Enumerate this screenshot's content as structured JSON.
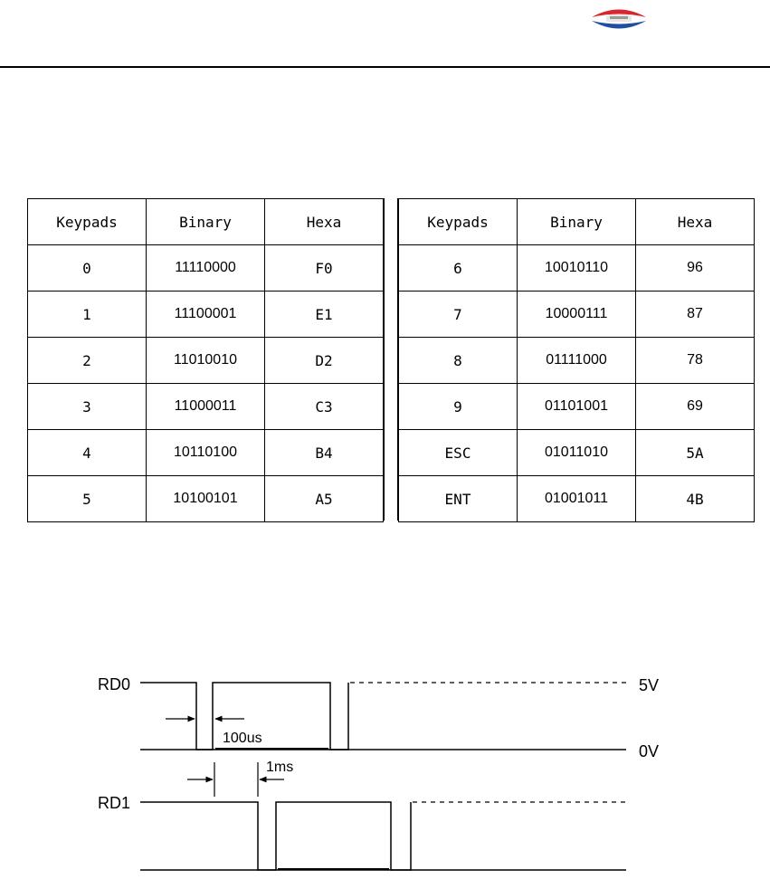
{
  "keypad_table": {
    "headers": [
      "Keypads",
      "Binary",
      "Hexa"
    ],
    "left_rows": [
      {
        "keypad": "0",
        "binary": "11110000",
        "hexa": "F0"
      },
      {
        "keypad": "1",
        "binary": "11100001",
        "hexa": "E1"
      },
      {
        "keypad": "2",
        "binary": "11010010",
        "hexa": "D2"
      },
      {
        "keypad": "3",
        "binary": "11000011",
        "hexa": "C3"
      },
      {
        "keypad": "4",
        "binary": "10110100",
        "hexa": "B4"
      },
      {
        "keypad": "5",
        "binary": "10100101",
        "hexa": "A5"
      }
    ],
    "right_rows": [
      {
        "keypad": "6",
        "binary": "10010110",
        "hexa": "96"
      },
      {
        "keypad": "7",
        "binary": "10000111",
        "hexa": "87"
      },
      {
        "keypad": "8",
        "binary": "01111000",
        "hexa": "78"
      },
      {
        "keypad": "9",
        "binary": "01101001",
        "hexa": "69"
      },
      {
        "keypad": "ESC",
        "binary": "01011010",
        "hexa": "5A"
      },
      {
        "keypad": "ENT",
        "binary": "01001011",
        "hexa": "4B"
      }
    ]
  },
  "timing_diagram": {
    "signal_1": "RD0",
    "signal_2": "RD1",
    "high_level": "5V",
    "low_level": "0V",
    "pulse_width": "100us",
    "interval": "1ms"
  },
  "logo_icon": "company-logo-icon"
}
